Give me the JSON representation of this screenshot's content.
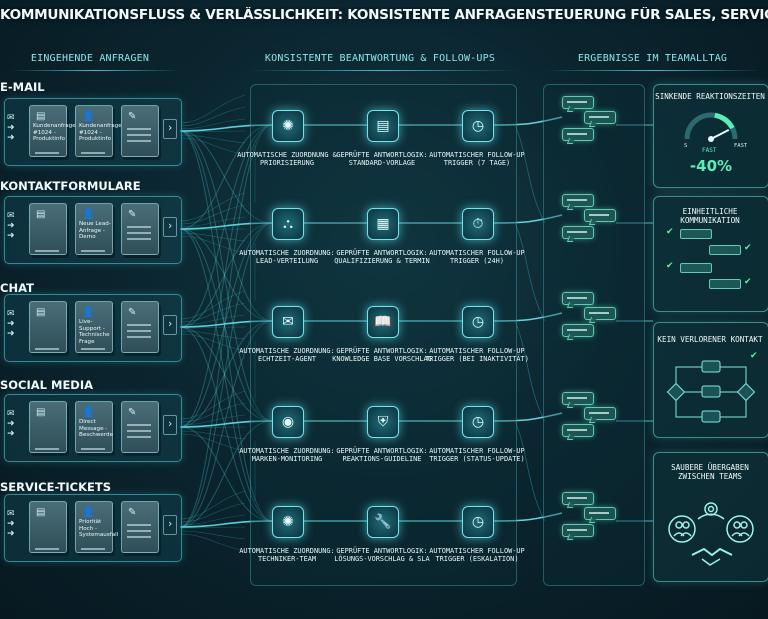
{
  "title": "KOMMUNIKATIONSFLUSS & VERLÄSSLICHKEIT: KONSISTENTE ANFRAGENSTEUERUNG FÜR SALES, SERVICE & MARKETING",
  "columns": {
    "left": "EINGEHENDE ANFRAGEN",
    "middle": "KONSISTENTE BEANTWORTUNG & FOLLOW-UPS",
    "right": "ERGEBNISSE IM TEAMALLTAG"
  },
  "channels": [
    {
      "label": "E-MAIL",
      "card_a": "Kundenanfrage #1024 - Produktinfo",
      "card_b": "Kundenanfrage #1024 - Produktinfo",
      "card_c": ""
    },
    {
      "label": "KONTAKTFORMULARE",
      "card_a": "",
      "card_b": "Neue Lead-Anfrage - Demo",
      "card_c": ""
    },
    {
      "label": "CHAT",
      "card_a": "",
      "card_b": "Live-Support - Technische Frage",
      "card_c": ""
    },
    {
      "label": "SOCIAL MEDIA",
      "card_a": "",
      "card_b": "Direct Message - Beschwerde",
      "card_c": ""
    },
    {
      "label": "SERVICE-TICKETS",
      "card_a": "",
      "card_b": "Priorität Hoch - Systemausfall",
      "card_c": ""
    }
  ],
  "rows": [
    {
      "zuordnung": "AUTOMATISCHE ZUORDNUNG & PRIORISIERUNG",
      "antwort": "GEPRÜFTE ANTWORTLOGIK: STANDARD-VORLAGE",
      "followup": "AUTOMATISCHER FOLLOW-UP TRIGGER (7 TAGE)",
      "icons": {
        "zuordnung": "brain-icon",
        "antwort": "document-icon",
        "followup": "clock-icon"
      }
    },
    {
      "zuordnung": "AUTOMATISCHE ZUORDNUNG: LEAD-VERTEILUNG",
      "antwort": "GEPRÜFTE ANTWORTLOGIK: QUALIFIZIERUNG & TERMIN",
      "followup": "AUTOMATISCHER FOLLOW-UP TRIGGER (24H)",
      "icons": {
        "zuordnung": "org-chart-icon",
        "antwort": "calendar-icon",
        "followup": "timer-icon"
      }
    },
    {
      "zuordnung": "AUTOMATISCHE ZUORDNUNG: ECHTZEIT-AGENT",
      "antwort": "GEPRÜFTE ANTWORTLOGIK: KNOWLEDGE BASE VORSCHLAG",
      "followup": "AUTOMATISCHER FOLLOW-UP TRIGGER (BEI INAKTIVITÄT)",
      "icons": {
        "zuordnung": "chat-icon",
        "antwort": "book-icon",
        "followup": "clock-icon"
      }
    },
    {
      "zuordnung": "AUTOMATISCHE ZUORDNUNG: MARKEN-MONITORING",
      "antwort": "GEPRÜFTE ANTWORTLOGIK: REAKTIONS-GUIDELINE",
      "followup": "AUTOMATISCHER FOLLOW-UP TRIGGER (STATUS-UPDATE)",
      "icons": {
        "zuordnung": "signal-icon",
        "antwort": "shield-check-icon",
        "followup": "clock-icon"
      }
    },
    {
      "zuordnung": "AUTOMATISCHE ZUORDNUNG: TECHNIKER-TEAM",
      "antwort": "GEPRÜFTE ANTWORTLOGIK: LÖSUNGS-VORSCHLAG & SLA",
      "followup": "AUTOMATISCHER FOLLOW-UP TRIGGER (ESKALATION)",
      "icons": {
        "zuordnung": "brain-icon",
        "antwort": "wrench-icon",
        "followup": "clock-icon"
      }
    }
  ],
  "results": {
    "speed": {
      "title": "SINKENDE REAKTIONSZEITEN",
      "gauge_slow": "S",
      "gauge_fast_label": "FAST",
      "gauge_fast_end": "FAST",
      "value": "-40%",
      "gauge_level": 0.85
    },
    "consistency": {
      "title": "EINHEITLICHE KOMMUNIKATION"
    },
    "no_loss": {
      "title": "KEIN VERLORENER KONTAKT"
    },
    "handover": {
      "title": "SAUBERE ÜBERGABEN ZWISCHEN TEAMS"
    }
  },
  "colors": {
    "accent": "#5fe3ec",
    "green": "#57f0b8",
    "background": "#0b2630"
  }
}
